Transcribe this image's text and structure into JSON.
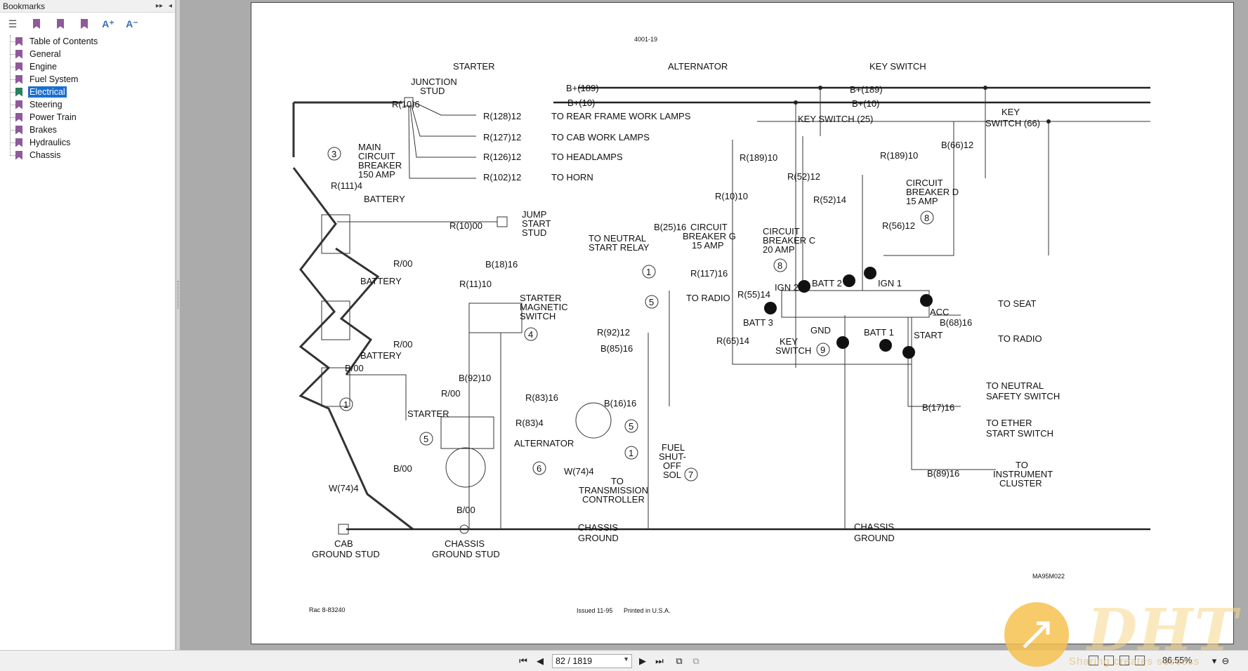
{
  "sidebar": {
    "title": "Bookmarks",
    "items": [
      {
        "label": "Table of Contents"
      },
      {
        "label": "General"
      },
      {
        "label": "Engine"
      },
      {
        "label": "Fuel System"
      },
      {
        "label": "Electrical"
      },
      {
        "label": "Steering"
      },
      {
        "label": "Power Train"
      },
      {
        "label": "Brakes"
      },
      {
        "label": "Hydraulics"
      },
      {
        "label": "Chassis"
      }
    ],
    "selected_index": 4
  },
  "document": {
    "page_id": "4001-19",
    "headers": {
      "starter": "STARTER",
      "alternator": "ALTERNATOR",
      "key_switch": "KEY SWITCH"
    },
    "labels": {
      "junction_stud": "JUNCTION",
      "junction_stud2": "STUD",
      "b189": "B+(189)",
      "b10": "B+(10)",
      "b189_r": "B+(189)",
      "b10_r": "B+(10)",
      "r10_6": "R(10)6",
      "r128": "R(128)12",
      "rear_lamps": "TO REAR FRAME WORK LAMPS",
      "r127": "R(127)12",
      "cab_lamps": "TO CAB WORK LAMPS",
      "r126": "R(126)12",
      "headlamps": "TO HEADLAMPS",
      "r102": "R(102)12",
      "horn": "TO HORN",
      "key_switch_25": "KEY SWITCH (25)",
      "key_switch_66a": "KEY",
      "key_switch_66b": "SWITCH (66)",
      "mcb1": "MAIN",
      "mcb2": "CIRCUIT",
      "mcb3": "BREAKER",
      "mcb4": "150 AMP",
      "r111": "R(111)4",
      "battery": "BATTERY",
      "r10_00": "R(10)00",
      "jump1": "JUMP",
      "jump2": "START",
      "jump3": "STUD",
      "neutral1": "TO NEUTRAL",
      "neutral2": "START RELAY",
      "r189_10": "R(189)10",
      "r189_10b": "R(189)10",
      "b66_12": "B(66)12",
      "r52_12": "R(52)12",
      "r52_14": "R(52)14",
      "r10_10": "R(10)10",
      "cbd1": "CIRCUIT",
      "cbd2": "BREAKER D",
      "cbd3": "15 AMP",
      "r56_12": "R(56)12",
      "b25_16": "B(25)16",
      "cbg1": "CIRCUIT",
      "cbg2": "BREAKER G",
      "cbg3": "15 AMP",
      "cbc1": "CIRCUIT",
      "cbc2": "BREAKER C",
      "cbc3": "20 AMP",
      "r00_a": "R/00",
      "b18_16": "B(18)16",
      "r11_10": "R(11)10",
      "smag1": "STARTER",
      "smag2": "MAGNETIC",
      "smag3": "SWITCH",
      "r117": "R(117)16",
      "to_radio": "TO RADIO",
      "r55_14": "R(55)14",
      "ign2": "IGN 2",
      "batt2": "BATT 2",
      "ign1": "IGN 1",
      "acc": "ACC",
      "b68_16": "B(68)16",
      "to_seat": "TO SEAT",
      "to_radio2": "TO RADIO",
      "batt3": "BATT 3",
      "gnd": "GND",
      "batt1": "BATT 1",
      "start": "START",
      "r00_b": "R/00",
      "r92_12": "R(92)12",
      "b85_16": "B(85)16",
      "r65_14": "R(65)14",
      "ks1": "KEY",
      "ks2": "SWITCH",
      "b00_a": "B/00",
      "b92_10": "B(92)10",
      "r00_c": "R/00",
      "r83_16": "R(83)16",
      "b16_16": "B(16)16",
      "tns1": "TO NEUTRAL",
      "tns2": "SAFETY SWITCH",
      "b17_16": "B(17)16",
      "tes1": "TO ETHER",
      "tes2": "START SWITCH",
      "starter_lbl": "STARTER",
      "r83_4": "R(83)4",
      "alternator_lbl": "ALTERNATOR",
      "fuel1": "FUEL",
      "fuel2": "SHUT-",
      "fuel3": "OFF",
      "fuel4": "SOL",
      "b00_b": "B/00",
      "w74_4": "W(74)4",
      "w74_4b": "W(74)4",
      "trans1": "TO",
      "trans2": "TRANSMISSION",
      "trans3": "CONTROLLER",
      "b89_16": "B(89)16",
      "ic1": "TO",
      "ic2": "INSTRUMENT",
      "ic3": "CLUSTER",
      "b00_c": "B/00",
      "cab1": "CAB",
      "cab2": "GROUND  STUD",
      "chassis1": "CHASSIS",
      "chassis2": "GROUND  STUD",
      "cg1": "CHASSIS",
      "cg2": "GROUND",
      "cg3": "CHASSIS",
      "cg4": "GROUND",
      "diagram_code": "MA95M022",
      "footer_left": "Rac 8-83240",
      "footer_issued": "Issued 11-95",
      "footer_printed": "Printed in U.S.A."
    }
  },
  "navigation": {
    "page_display": "82 / 1819",
    "zoom": "86.55%"
  },
  "watermark": {
    "brand": "DHT",
    "slogan": "Sharing creates success"
  },
  "colors": {
    "bookmark_icon": "#8e5a9a",
    "selected_bg": "#1a6fd0",
    "watermark_gold": "#f6c251"
  }
}
